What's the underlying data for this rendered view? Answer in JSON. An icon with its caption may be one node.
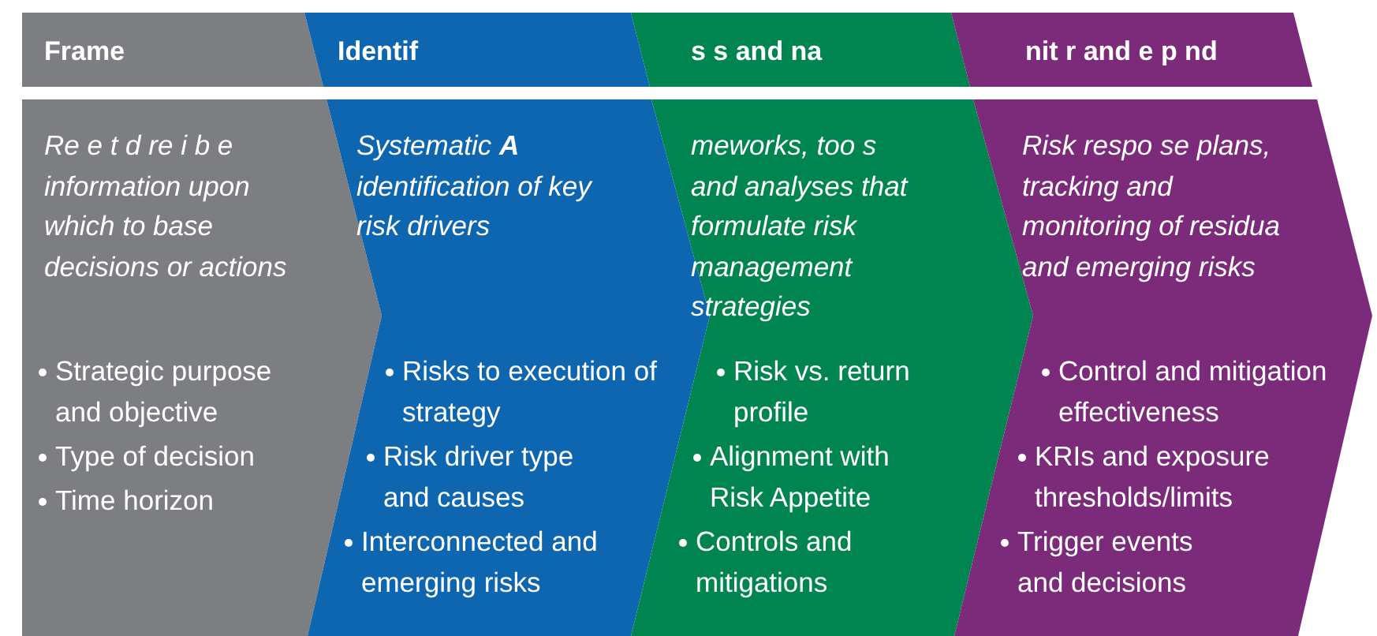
{
  "diagram": {
    "nodes": [
      {
        "text": [
          "Frame"
        ]
      },
      {
        "text": [
          "Identif"
        ]
      },
      {
        "text": [
          "s s and na"
        ]
      },
      {
        "text": [
          "nit r and e p nd"
        ]
      },
      {
        "text": [
          "Re e t d re i b e information upon which to base decisions or actions",
          "Strategic purpose and objective",
          "Type of decision",
          "Time horizon"
        ]
      },
      {
        "text": [
          "Systematic **A** identification of key risk drivers",
          "Risks to execution of strategy",
          "Risk driver type and causes",
          "Interconnected and emerging risks"
        ]
      },
      {
        "text": [
          "meworks, too s and analyses that formulate risk management strategies",
          "Risk vs. return profile",
          "Alignment with Risk Appetite",
          "Controls and mitigations"
        ]
      },
      {
        "text": [
          "Risk respo se plans, tracking and monitoring of residua and emerging risks",
          "Control and mitigation effectiveness",
          "KRIs and exposure thresholds/limits",
          "Trigger events and decisions"
        ]
      }
    ]
  }
}
